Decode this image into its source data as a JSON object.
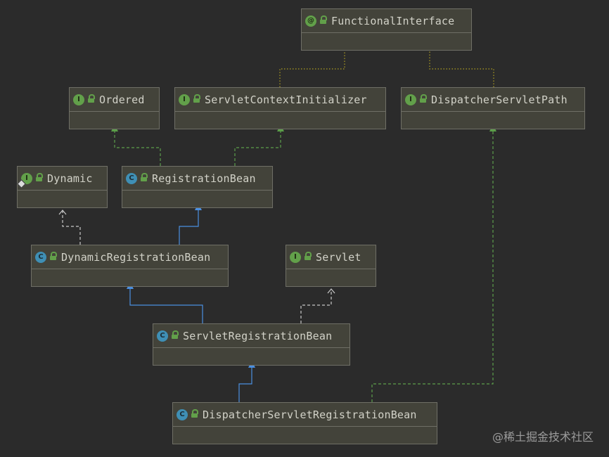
{
  "diagram": {
    "nodes": [
      {
        "id": "functional_interface",
        "label": "FunctionalInterface",
        "kind": "annotation",
        "badge": "@"
      },
      {
        "id": "ordered",
        "label": "Ordered",
        "kind": "interface",
        "badge": "I"
      },
      {
        "id": "servlet_context_initializer",
        "label": "ServletContextInitializer",
        "kind": "interface",
        "badge": "I"
      },
      {
        "id": "dispatcher_servlet_path",
        "label": "DispatcherServletPath",
        "kind": "interface",
        "badge": "I"
      },
      {
        "id": "dynamic",
        "label": "Dynamic",
        "kind": "interface",
        "badge": "I"
      },
      {
        "id": "registration_bean",
        "label": "RegistrationBean",
        "kind": "abstract-class",
        "badge": "C"
      },
      {
        "id": "dynamic_registration_bean",
        "label": "DynamicRegistrationBean",
        "kind": "abstract-class",
        "badge": "C"
      },
      {
        "id": "servlet",
        "label": "Servlet",
        "kind": "interface",
        "badge": "I"
      },
      {
        "id": "servlet_registration_bean",
        "label": "ServletRegistrationBean",
        "kind": "class",
        "badge": "C"
      },
      {
        "id": "dispatcher_servlet_registration_bean",
        "label": "DispatcherServletRegistrationBean",
        "kind": "class",
        "badge": "C"
      }
    ],
    "edges": [
      {
        "from": "registration_bean",
        "to": "ordered",
        "type": "implements"
      },
      {
        "from": "registration_bean",
        "to": "servlet_context_initializer",
        "type": "implements"
      },
      {
        "from": "dynamic_registration_bean",
        "to": "registration_bean",
        "type": "extends"
      },
      {
        "from": "dynamic_registration_bean",
        "to": "dynamic",
        "type": "depends"
      },
      {
        "from": "servlet_registration_bean",
        "to": "dynamic_registration_bean",
        "type": "extends"
      },
      {
        "from": "servlet_registration_bean",
        "to": "servlet",
        "type": "depends"
      },
      {
        "from": "dispatcher_servlet_registration_bean",
        "to": "servlet_registration_bean",
        "type": "extends"
      },
      {
        "from": "dispatcher_servlet_registration_bean",
        "to": "dispatcher_servlet_path",
        "type": "implements"
      },
      {
        "from": "servlet_context_initializer",
        "to": "functional_interface",
        "type": "annotated"
      },
      {
        "from": "dispatcher_servlet_path",
        "to": "functional_interface",
        "type": "annotated"
      }
    ],
    "colors": {
      "extends": "#4a8fe0",
      "implements": "#5c9e4a",
      "depends": "#c8c8c8",
      "annotated": "#b0a020"
    }
  },
  "watermark": "@稀土掘金技术社区"
}
